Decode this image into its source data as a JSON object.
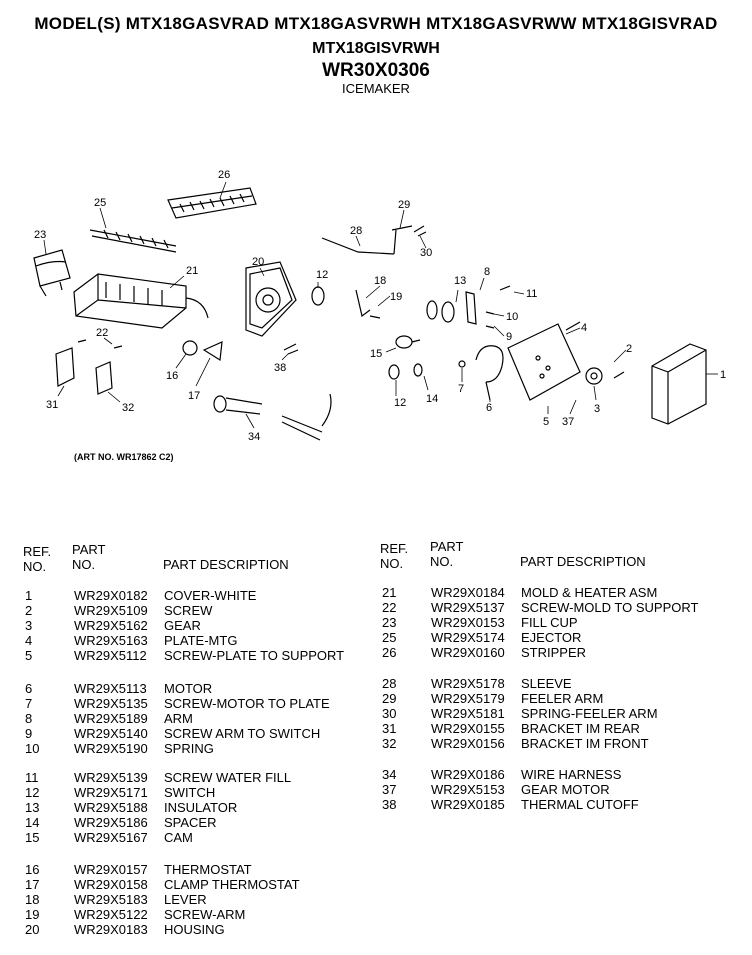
{
  "header": {
    "models_line1": "MODEL(S) MTX18GASVRAD  MTX18GASVRWH  MTX18GASVRWW  MTX18GISVRAD",
    "models_line2": "MTX18GISVRWH",
    "part_number": "WR30X0306",
    "subtitle": "ICEMAKER"
  },
  "diagram": {
    "art_no": "(ART NO. WR17862 C2)",
    "callouts": [
      "1",
      "2",
      "3",
      "4",
      "5",
      "6",
      "7",
      "8",
      "9",
      "10",
      "11",
      "12",
      "12",
      "13",
      "14",
      "15",
      "16",
      "17",
      "18",
      "19",
      "20",
      "21",
      "22",
      "23",
      "25",
      "26",
      "28",
      "29",
      "30",
      "31",
      "32",
      "34",
      "37",
      "38"
    ]
  },
  "table_headers": {
    "ref_line1": "REF.",
    "ref_line2": "NO.",
    "part_line1": "PART",
    "part_line2": "NO.",
    "description": "PART DESCRIPTION"
  },
  "left_parts": [
    {
      "ref": "1",
      "part": "WR29X0182",
      "desc": "COVER-WHITE"
    },
    {
      "ref": "2",
      "part": "WR29X5109",
      "desc": "SCREW"
    },
    {
      "ref": "3",
      "part": "WR29X5162",
      "desc": "GEAR"
    },
    {
      "ref": "4",
      "part": "WR29X5163",
      "desc": "PLATE-MTG"
    },
    {
      "ref": "5",
      "part": "WR29X5112",
      "desc": "SCREW-PLATE TO SUPPORT"
    },
    {
      "ref": "6",
      "part": "WR29X5113",
      "desc": "MOTOR"
    },
    {
      "ref": "7",
      "part": "WR29X5135",
      "desc": "SCREW-MOTOR TO PLATE"
    },
    {
      "ref": "8",
      "part": "WR29X5189",
      "desc": "ARM"
    },
    {
      "ref": "9",
      "part": "WR29X5140",
      "desc": "SCREW ARM TO SWITCH"
    },
    {
      "ref": "10",
      "part": "WR29X5190",
      "desc": "SPRING"
    },
    {
      "ref": "11",
      "part": "WR29X5139",
      "desc": "SCREW WATER FILL"
    },
    {
      "ref": "12",
      "part": "WR29X5171",
      "desc": "SWITCH"
    },
    {
      "ref": "13",
      "part": "WR29X5188",
      "desc": "INSULATOR"
    },
    {
      "ref": "14",
      "part": "WR29X5186",
      "desc": "SPACER"
    },
    {
      "ref": "15",
      "part": "WR29X5167",
      "desc": "CAM"
    },
    {
      "ref": "16",
      "part": "WR29X0157",
      "desc": "THERMOSTAT"
    },
    {
      "ref": "17",
      "part": "WR29X0158",
      "desc": "CLAMP THERMOSTAT"
    },
    {
      "ref": "18",
      "part": "WR29X5183",
      "desc": "LEVER"
    },
    {
      "ref": "19",
      "part": "WR29X5122",
      "desc": "SCREW-ARM"
    },
    {
      "ref": "20",
      "part": "WR29X0183",
      "desc": "HOUSING"
    }
  ],
  "right_parts": [
    {
      "ref": "21",
      "part": "WR29X0184",
      "desc": "MOLD & HEATER ASM"
    },
    {
      "ref": "22",
      "part": "WR29X5137",
      "desc": "SCREW-MOLD TO SUPPORT"
    },
    {
      "ref": "23",
      "part": "WR29X0153",
      "desc": "FILL CUP"
    },
    {
      "ref": "25",
      "part": "WR29X5174",
      "desc": "EJECTOR"
    },
    {
      "ref": "26",
      "part": "WR29X0160",
      "desc": "STRIPPER"
    },
    {
      "ref": "28",
      "part": "WR29X5178",
      "desc": "SLEEVE"
    },
    {
      "ref": "29",
      "part": "WR29X5179",
      "desc": "FEELER ARM"
    },
    {
      "ref": "30",
      "part": "WR29X5181",
      "desc": "SPRING-FEELER ARM"
    },
    {
      "ref": "31",
      "part": "WR29X0155",
      "desc": "BRACKET IM REAR"
    },
    {
      "ref": "32",
      "part": "WR29X0156",
      "desc": "BRACKET IM FRONT"
    },
    {
      "ref": "34",
      "part": "WR29X0186",
      "desc": "WIRE HARNESS"
    },
    {
      "ref": "37",
      "part": "WR29X5153",
      "desc": "GEAR MOTOR"
    },
    {
      "ref": "38",
      "part": "WR29X0185",
      "desc": "THERMAL CUTOFF"
    }
  ]
}
